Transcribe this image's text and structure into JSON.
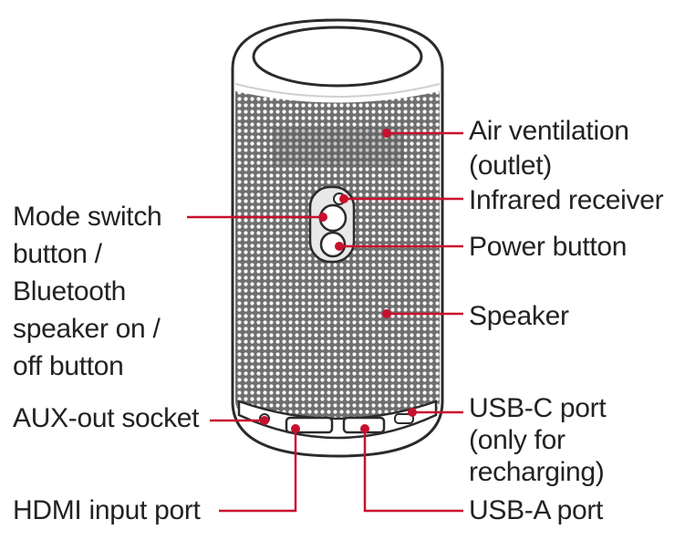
{
  "colors": {
    "callout": "#c8102e",
    "device_outline": "#2b2b2b",
    "mesh": "#7a7a7a"
  },
  "labels": {
    "air_ventilation": [
      "Air ventilation",
      "(outlet)"
    ],
    "infrared_receiver": [
      "Infrared receiver"
    ],
    "power_button": [
      "Power button"
    ],
    "speaker": [
      "Speaker"
    ],
    "mode_switch": [
      "Mode switch",
      "button /",
      "Bluetooth",
      "speaker on /",
      "off button"
    ],
    "aux_out": [
      "AUX-out socket"
    ],
    "usb_c": [
      "USB-C port",
      "(only for",
      "recharging)"
    ],
    "hdmi": [
      "HDMI input port"
    ],
    "usb_a": [
      "USB-A port"
    ]
  }
}
